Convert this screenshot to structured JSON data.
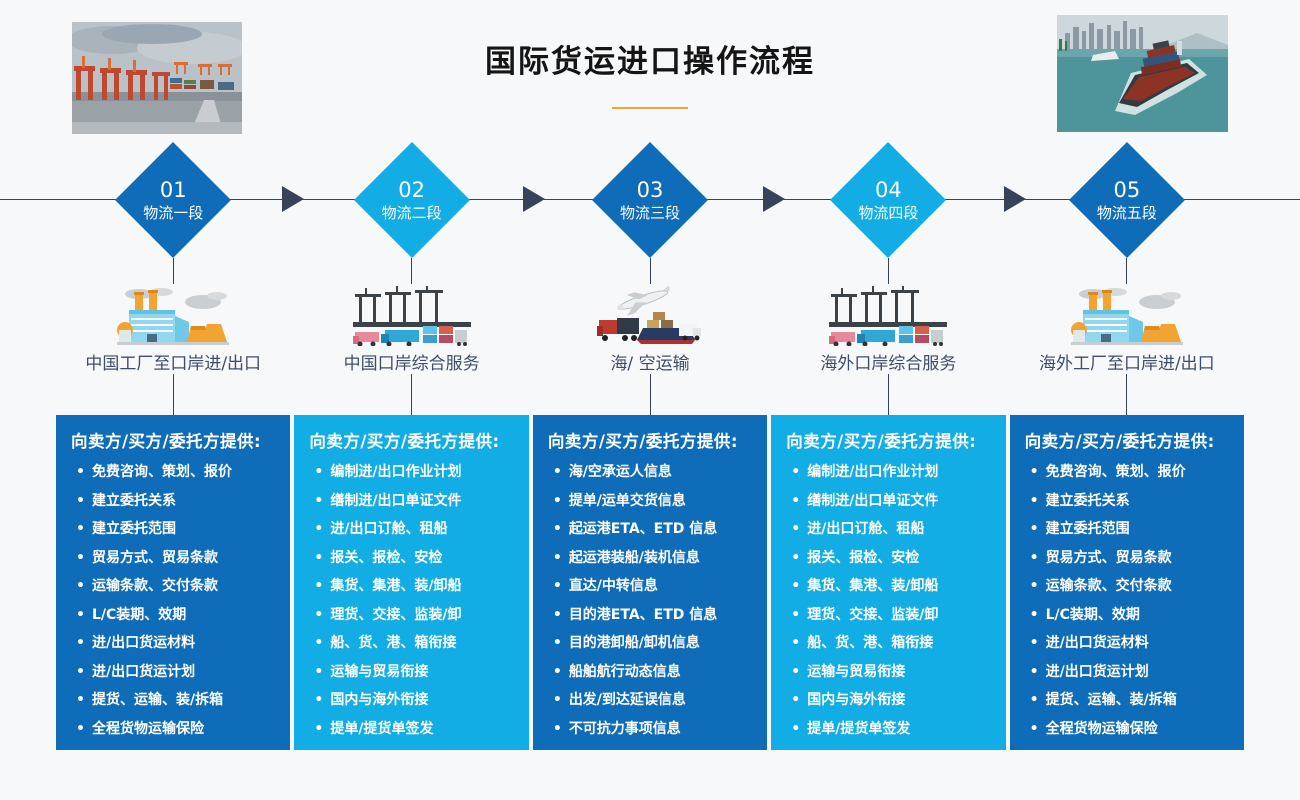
{
  "title": "国际货运进口操作流程",
  "colors": {
    "stage_dark": "#0e6cb8",
    "stage_light": "#12ade4",
    "connector_navy": "#36435a",
    "accent_underline": "#eda63a",
    "background": "#f7f8f9"
  },
  "photos": {
    "left": "container-port-photo",
    "right": "container-ship-photo"
  },
  "stages": [
    {
      "number": "01",
      "stage_label": "物流一段",
      "icon": "factory-icon",
      "service": "中国工厂至口岸进/出口",
      "variant": "dark",
      "panel": {
        "heading": "向卖方/买方/委托方提供:",
        "items": [
          "免费咨询、策划、报价",
          "建立委托关系",
          "建立委托范围",
          "贸易方式、贸易条款",
          "运输条款、交付条款",
          "L/C装期、效期",
          "进/出口货运材料",
          "进/出口货运计划",
          "提货、运输、装/拆箱",
          "全程货物运输保险"
        ]
      }
    },
    {
      "number": "02",
      "stage_label": "物流二段",
      "icon": "port-crane-icon",
      "service": "中国口岸综合服务",
      "variant": "light",
      "panel": {
        "heading": "向卖方/买方/委托方提供:",
        "items": [
          "编制进/出口作业计划",
          "缮制进/出口单证文件",
          "进/出口订舱、租船",
          "报关、报检、安检",
          "集货、集港、装/卸船",
          "理货、交接、监装/卸",
          "船、货、港、箱衔接",
          "运输与贸易衔接",
          "国内与海外衔接",
          "提单/提货单签发"
        ]
      }
    },
    {
      "number": "03",
      "stage_label": "物流三段",
      "icon": "sea-air-transport-icon",
      "service": "海/ 空运输",
      "variant": "dark",
      "panel": {
        "heading": "向卖方/买方/委托方提供:",
        "items": [
          "海/空承运人信息",
          "提单/运单交货信息",
          "起运港ETA、ETD 信息",
          "起运港装船/装机信息",
          "直达/中转信息",
          "目的港ETA、ETD 信息",
          "目的港卸船/卸机信息",
          "船舶航行动态信息",
          "出发/到达延误信息",
          "不可抗力事项信息"
        ]
      }
    },
    {
      "number": "04",
      "stage_label": "物流四段",
      "icon": "port-crane-icon",
      "service": "海外口岸综合服务",
      "variant": "light",
      "panel": {
        "heading": "向卖方/买方/委托方提供:",
        "items": [
          "编制进/出口作业计划",
          "缮制进/出口单证文件",
          "进/出口订舱、租船",
          "报关、报检、安检",
          "集货、集港、装/卸船",
          "理货、交接、监装/卸",
          "船、货、港、箱衔接",
          "运输与贸易衔接",
          "国内与海外衔接",
          "提单/提货单签发"
        ]
      }
    },
    {
      "number": "05",
      "stage_label": "物流五段",
      "icon": "factory-icon",
      "service": "海外工厂至口岸进/出口",
      "variant": "dark",
      "panel": {
        "heading": "向卖方/买方/委托方提供:",
        "items": [
          "免费咨询、策划、报价",
          "建立委托关系",
          "建立委托范围",
          "贸易方式、贸易条款",
          "运输条款、交付条款",
          "L/C装期、效期",
          "进/出口货运材料",
          "进/出口货运计划",
          "提货、运输、装/拆箱",
          "全程货物运输保险"
        ]
      }
    }
  ]
}
